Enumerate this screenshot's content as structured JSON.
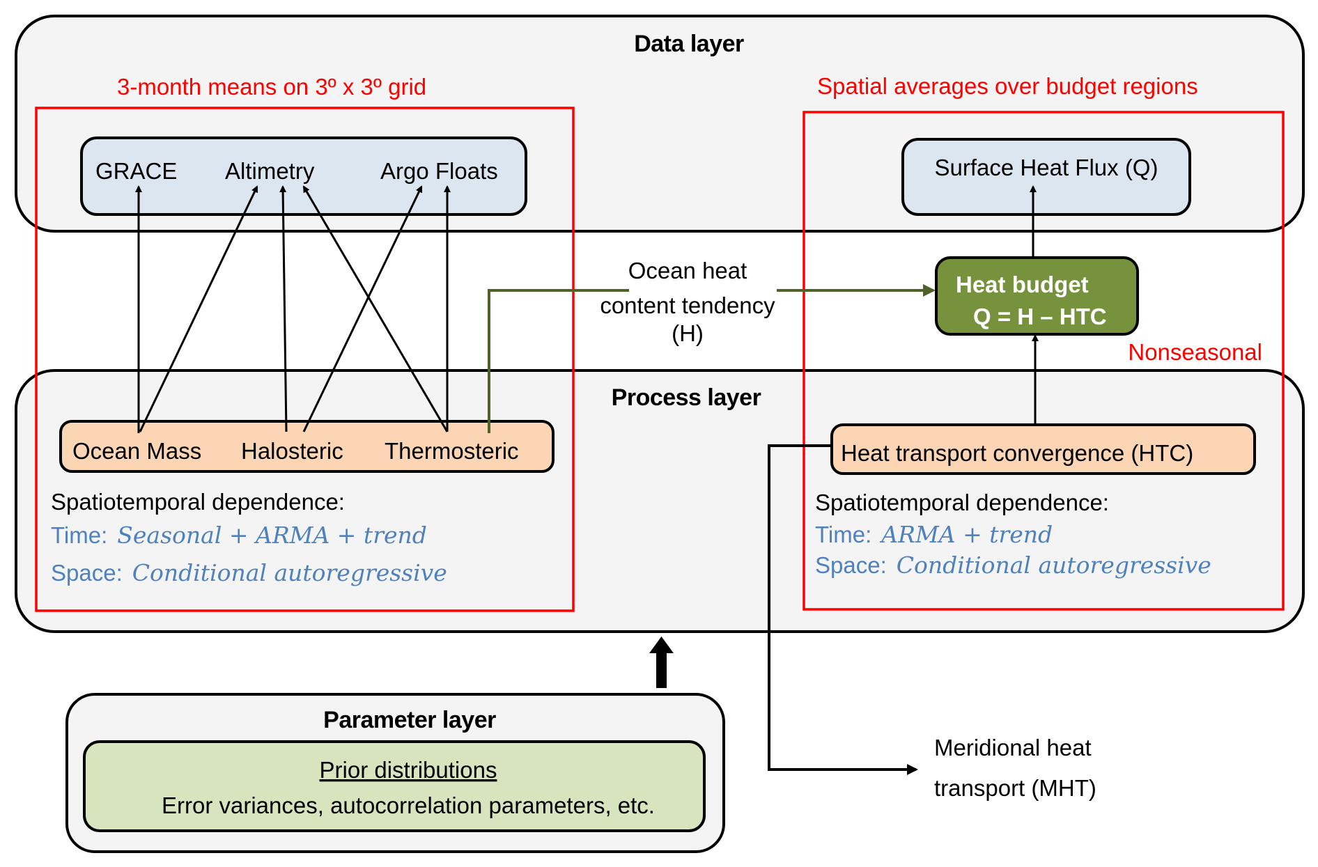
{
  "layers": {
    "data": {
      "title": "Data layer",
      "left_region_label": "3-month means on 3º x 3º grid",
      "right_region_label": "Spatial averages over budget regions",
      "sources": [
        "GRACE",
        "Altimetry",
        "Argo Floats"
      ],
      "surface_flux": "Surface Heat Flux (Q)"
    },
    "process": {
      "title": "Process layer",
      "components": [
        "Ocean Mass",
        "Halosteric",
        "Thermosteric"
      ],
      "htc": "Heat transport convergence (HTC)",
      "left_dependence": {
        "heading": "Spatiotemporal dependence:",
        "time_label": "Time:",
        "time_model": "Seasonal + ARMA + trend",
        "space_label": "Space:",
        "space_model": "Conditional autoregressive"
      },
      "right_dependence": {
        "heading": "Spatiotemporal dependence:",
        "time_label": "Time:",
        "time_model": "ARMA +  trend",
        "space_label": "Space:",
        "space_model": "Conditional autoregressive"
      }
    },
    "parameter": {
      "title": "Parameter layer",
      "prior_heading": "Prior distributions",
      "prior_detail": "Error variances, autocorrelation parameters, etc."
    }
  },
  "heat_budget": {
    "title": "Heat budget",
    "equation": "Q = H – HTC",
    "note": "Nonseasonal"
  },
  "ohc_label": [
    "Ocean heat",
    "content tendency",
    "(H)"
  ],
  "mht_label": [
    "Meridional heat",
    "transport (MHT)"
  ],
  "colors": {
    "layer_fill": "#f4f4f4",
    "region_outline": "#ff0000",
    "data_box_fill": "#dce6f1",
    "process_box_fill": "#fcd5b5",
    "heat_budget_fill": "#76923c",
    "heat_budget_arrow": "#4f6228",
    "prior_box_fill": "#d7e4bd",
    "model_text": "#4f81bd"
  }
}
